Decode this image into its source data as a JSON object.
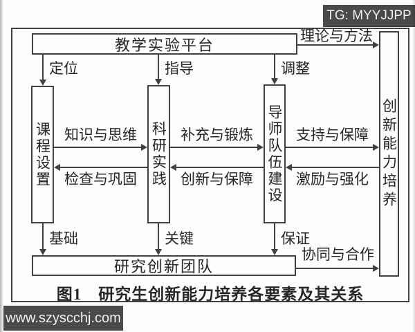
{
  "watermarks": {
    "top_right": "TG: MYYJJPP",
    "bottom_left": "www.szyscchj.com"
  },
  "diagram": {
    "top_box": "教学实验平台",
    "bottom_box": "研究创新团队",
    "vertical_boxes": [
      "课程设置",
      "科研实践",
      "导师队伍建设",
      "创新能力培养"
    ],
    "top_arrow_labels": [
      "定位",
      "指导",
      "调整"
    ],
    "top_right_label": "理论与方法",
    "forward_labels": [
      "知识与思维",
      "补充与锻炼",
      "支持与保障"
    ],
    "backward_labels": [
      "检查与巩固",
      "创新与保障",
      "激励与强化"
    ],
    "bottom_arrow_labels": [
      "基础",
      "关键",
      "保证"
    ],
    "bottom_right_label": "协同与合作",
    "caption": "图1　研究生创新能力培养各要素及其关系"
  },
  "colors": {
    "line": "#414141",
    "text": "#262626",
    "badge_bg": "#4a4a4c",
    "badge_text": "#f0f0f0"
  }
}
